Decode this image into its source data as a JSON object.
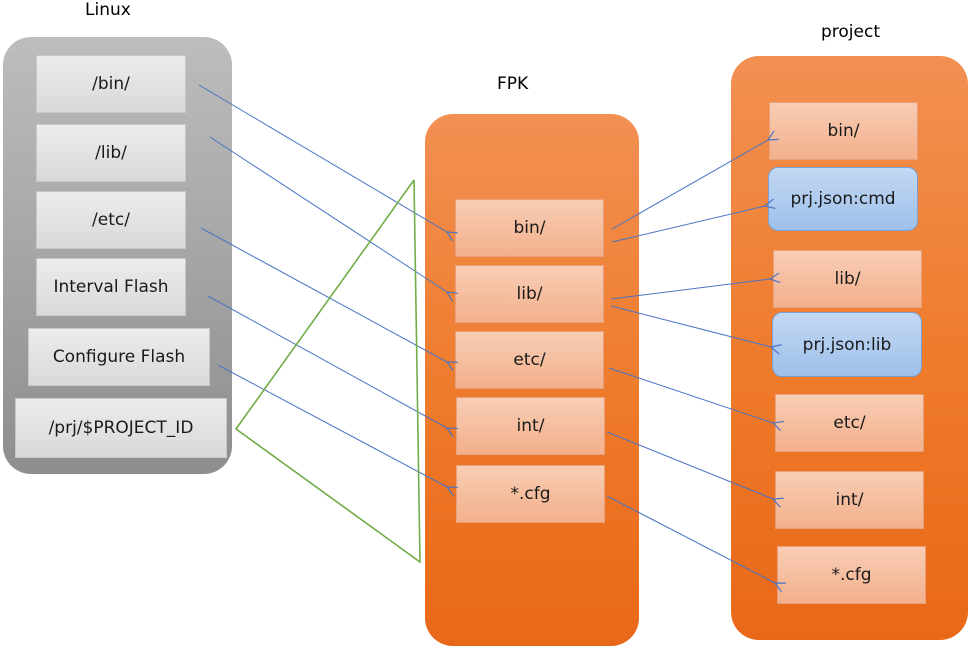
{
  "linux": {
    "title": "Linux",
    "items": [
      "/bin/",
      "/lib/",
      "/etc/",
      "Interval Flash",
      "Configure Flash",
      "/prj/$PROJECT_ID"
    ]
  },
  "fpk": {
    "title": "FPK",
    "items": [
      "bin/",
      "lib/",
      "etc/",
      "int/",
      "*.cfg"
    ]
  },
  "project": {
    "title": "project",
    "items": [
      "bin/",
      "prj.json:cmd",
      "lib/",
      "prj.json:lib",
      "etc/",
      "int/",
      "*.cfg"
    ]
  },
  "colors": {
    "arrow": "#4a74c4",
    "bracket": "#70ad47",
    "orange": "#ee7a2a",
    "gray": "#a6a6a6"
  }
}
